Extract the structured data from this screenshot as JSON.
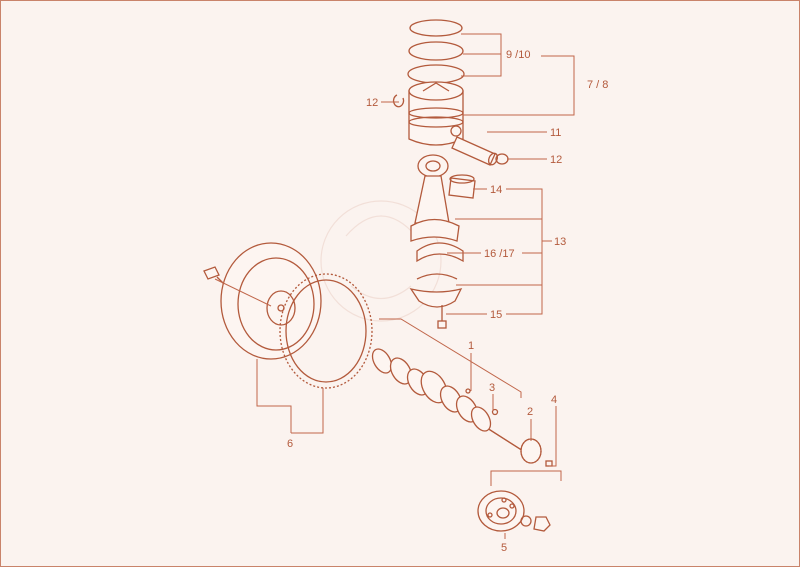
{
  "colors": {
    "line": "#b35a3c",
    "background": "#fbf3ef",
    "border": "#c9836a"
  },
  "labels": {
    "rings": "9 /10",
    "piston_assy": "7 / 8",
    "circlip_left": "12",
    "piston_pin": "11",
    "circlip_right": "12",
    "small_end_bush": "14",
    "conrod_assy": "13",
    "big_end_bearing": "16 /17",
    "conrod_bolt": "15",
    "crank_part_1": "1",
    "crank_part_3": "3",
    "crank_part_2": "2",
    "crank_part_4": "4",
    "pulley": "5",
    "flywheel": "6"
  }
}
